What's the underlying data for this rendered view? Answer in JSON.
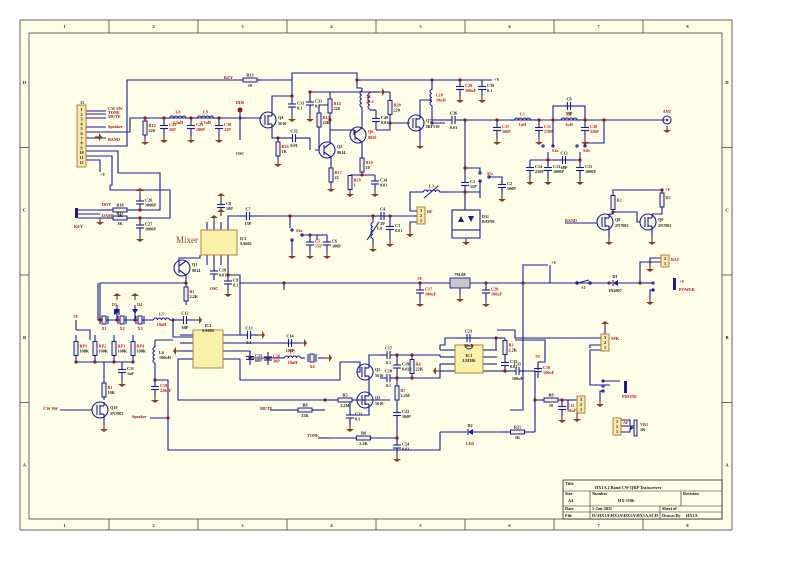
{
  "sheet": {
    "columns": [
      "1",
      "2",
      "3",
      "4",
      "5",
      "6",
      "7",
      "8"
    ],
    "rows": [
      "D",
      "C",
      "B",
      "A"
    ],
    "background": "#fdfde8",
    "wire_color": "#1a1a9c",
    "junction_color": "#8a1a1a",
    "ground_color": "#8a3a2a",
    "refdes_red": "#c01010"
  },
  "title_block": {
    "title_label": "Title",
    "title": "HX1A  2 Band CW QRP Transceiver",
    "size_label": "Size",
    "size": "A4",
    "number_label": "Number",
    "number": "HX-110b",
    "revision_label": "Revision",
    "date_label": "Date",
    "date": "1-Jan-2011",
    "sheet_label": "Sheet   of",
    "file_label": "File",
    "file": "D:\\HX1A\\HX1A\\HX1A\\HX1A.SCH",
    "drawn_label": "Drawn By",
    "drawn_by": "HX1A"
  },
  "nets": {
    "key": "KEY",
    "dot": "DOT",
    "dash": "DASH",
    "osc": "OSC",
    "dds": "DDS",
    "band": "BAND",
    "speaker": "Speaker",
    "mute": "MUTE",
    "tone": "TONE",
    "cw_sw": "CW SW",
    "plus_v": "+V",
    "five_v": "5V",
    "ant": "ANT",
    "phone": "PHONE",
    "power": "POWER",
    "bat": "BAT",
    "spk": "SPK"
  },
  "connector_j1": {
    "ref": "J1",
    "pins": [
      "1",
      "2",
      "3",
      "4",
      "5",
      "6",
      "7",
      "8",
      "9",
      "10",
      "11",
      "12"
    ],
    "signals": [
      "CW SW",
      "TONE",
      "MUTE",
      "",
      "Speaker",
      "",
      "",
      "BAND",
      "",
      "",
      "",
      "+V"
    ]
  },
  "labels": {
    "mixer": "Mixer",
    "r13": "R13",
    "r13_val": "10",
    "r12": "R12",
    "r12_val": "220",
    "l8": "L8",
    "l8_val": "2.2uH",
    "l9": "L9",
    "l9_val": "2.7uH",
    "c25": "C25",
    "c25_val": "56P",
    "c29": "C29",
    "c29_val": "100P",
    "c30": "C30",
    "c30_val": "22P",
    "q4": "Q4",
    "q4_val": "5610",
    "q5": "Q5",
    "q5_val": "9014",
    "q6": "Q6",
    "q6_val": "8050",
    "q7": "Q7",
    "q7_val": "IRF510",
    "t1": "T1",
    "t1_val": "10:2",
    "c31": "C31",
    "c31_val": "0.1",
    "c33": "C33",
    "c33_val": "0.1",
    "r14": "R14",
    "r14_val": "220",
    "r15": "R15",
    "r15_val": "22K",
    "r16": "R16",
    "r16_val": "1K",
    "r17": "R17",
    "r17_val": "22",
    "r19": "R19",
    "r19_val": "10",
    "r13b": "R18",
    "r13b_val": "1",
    "r20": "R20",
    "r20_val": "220",
    "c32": "C32",
    "c32_val": "0.01",
    "c34": "C34",
    "c34_val": "0.01",
    "c40": "C40",
    "c40_val": "0.01",
    "l10": "L10",
    "l10_val": "10uH",
    "c28": "C28",
    "c28_val": "100uF",
    "c39": "C39",
    "c39_val": "0.1",
    "c36": "C36",
    "c36_val": "0.01",
    "l1": "L1",
    "l1_val": "1uH",
    "l2": "L2",
    "l2_val": "1uH",
    "c9": "C9",
    "c9_val": "39P",
    "c37": "C37",
    "c37_val": "100P",
    "c11": "C11",
    "c11_val": "270P",
    "c38": "C38",
    "c38_val": "220P",
    "c12": "C12",
    "c12_val": "68P",
    "c14": "C14",
    "c14_val": "220P",
    "c13": "C13",
    "c13_val": "1000P",
    "c15": "C15",
    "c15_val": "1000P",
    "s2a": "S2a",
    "s2b": "S2b",
    "s2c": "S2c",
    "c1": "C1",
    "c1_val": "15P",
    "c2": "C2",
    "c2_val": "100P",
    "l3": "L3",
    "l4": "L4",
    "c5": "C5",
    "c5_val": "15P",
    "c6": "C6",
    "c6_val": "100P",
    "c7": "C7",
    "c7_val": "15P",
    "c8": "C8",
    "c8_val": "10P",
    "c3": "C3",
    "c3_val": "0.01",
    "c4": "C4",
    "c4_val": "3P",
    "d11": "D11",
    "d11_val": "BAV99",
    "rf": "RF",
    "q8": "Q8",
    "q8_val": "2N7002",
    "q9": "Q9",
    "q9_val": "2N7002",
    "r2": "R2",
    "r3": "R3",
    "r10": "R10",
    "r10_val": "1K",
    "r11": "R11",
    "r11_val": "1K",
    "c26": "C26",
    "c26_val": "1000P",
    "c27": "C27",
    "c27_val": "1000P",
    "ic1": "IC1",
    "ic1_val": "SA602",
    "q1": "Q1",
    "q1_val": "9014",
    "r1": "R1",
    "r1_val": "2.2K",
    "c18": "C18",
    "c18_val": "0.01",
    "c9b": "C9",
    "c9b_val": "0.1",
    "reg": "78L08",
    "c17": "C17",
    "c17_val": "100uF",
    "c20": "C20",
    "c20_val": "100uF",
    "s1": "S1",
    "d1": "D1",
    "d1_val": "1N4007",
    "x1": "X1",
    "x2": "X2",
    "x3": "X3",
    "x4": "X4",
    "d3": "D3",
    "d4": "D4",
    "l5": "L5",
    "l5_val": "10uH",
    "l6": "L6",
    "l6_val": "100uH",
    "l7": "L7",
    "l7_val": "10uH",
    "c12b": "C12",
    "c12b_val": "68P",
    "ic2": "IC2",
    "ic2_val": "SA602",
    "c13b": "C13",
    "c13b_val": "0.1",
    "c14b": "C14",
    "c14b_val": "100P",
    "c15b": "C15",
    "c15b_val": "68P",
    "c16": "C16",
    "c16_val": "30P",
    "c19": "C19",
    "c19_val": "220uF",
    "c11b": "C11",
    "c11b_val": "1uF",
    "rp1": "RP1",
    "rp1_val": "100K",
    "rp2": "RP2",
    "rp2_val": "100K",
    "rp3": "RP3",
    "rp3_val": "100K",
    "rp4": "RP4",
    "rp4_val": "100K",
    "r1b": "R1",
    "r1b_val": "10K",
    "q10": "Q10",
    "q10_val": "2N7002",
    "q2": "Q2",
    "q2_val": "5610",
    "q3": "Q3",
    "q3_val": "5610",
    "c17b": "C17",
    "c17b_val": "0.1",
    "c18b": "C18",
    "c18b_val": "0.1",
    "c19b": "C19",
    "c19b_val": "0.022",
    "c21": "C21",
    "c21_val": "0.1",
    "c22": "C22",
    "c22_val": "100P",
    "c24": "C24",
    "c24_val": "0.01",
    "r4": "R4",
    "r4_val": "22K",
    "r5": "R5",
    "r5_val": "2.2M",
    "r6": "R6",
    "r6_val": "2.2K",
    "r7": "R7",
    "r7_val": "2.2M",
    "r8": "R8",
    "r8_val": "22K",
    "ic3": "IC3",
    "ic3_val": "LM386",
    "c23": "C23",
    "c23_val": "10uF",
    "c35": "C35",
    "c35_val": "0.01",
    "c10": "C10",
    "c10_val": "100uF",
    "c31b": "C31",
    "c31b_val": "100uF",
    "c32b": "C32",
    "c32b_val": "10uF",
    "r3b": "R3",
    "r3b_val": "2.2K",
    "r9": "R9",
    "r9_val": "10",
    "r21": "R21",
    "r21_val": "1K",
    "led": "LED",
    "d2": "D2",
    "af": "AF",
    "vr1": "VR1",
    "vr1_val": "1K",
    "j_af": "J2"
  }
}
